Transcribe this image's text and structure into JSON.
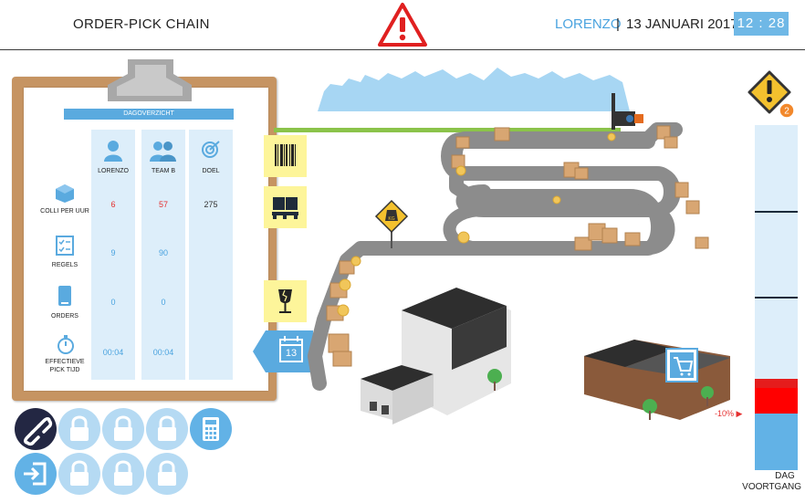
{
  "header": {
    "title": "ORDER-PICK CHAIN",
    "user": "LORENZO",
    "separator": "|",
    "date": "13 JANUARI 2017",
    "time": "12 : 28"
  },
  "alerts": {
    "count": "2"
  },
  "overview": {
    "title": "DAGOVERZICHT",
    "columns": [
      "LORENZO",
      "TEAM B",
      "DOEL"
    ],
    "rows": [
      {
        "label": "COLLI PER UUR",
        "values": [
          "6",
          "57",
          "275"
        ]
      },
      {
        "label": "REGELS",
        "values": [
          "9",
          "90",
          ""
        ]
      },
      {
        "label": "ORDERS",
        "values": [
          "0",
          "0",
          ""
        ]
      },
      {
        "label": "EFFECTIEVE PICK TIJD",
        "values": [
          "00:04",
          "00:04",
          ""
        ]
      }
    ]
  },
  "calendar": {
    "day": "13"
  },
  "scene": {
    "weight_sign": "KG"
  },
  "progress": {
    "label": "DAG VOORTGANG",
    "label_line1": "DAG",
    "label_line2": "VOORTGANG",
    "deviation": "-10% ▶",
    "deviation_value": -10
  },
  "colors": {
    "accent": "#4aa3df",
    "clock_bg": "#6fb8e6",
    "alert_red": "#e53030",
    "tab_yellow": "#fdf59a",
    "clipboard": "#c69462",
    "progress_bg": "#ddeefa",
    "progress_fill": "#62b2e6",
    "track": "#8c8c8c",
    "dark_button": "#232743"
  },
  "controls": {
    "locks_row1": 3,
    "locks_row2": 3
  }
}
